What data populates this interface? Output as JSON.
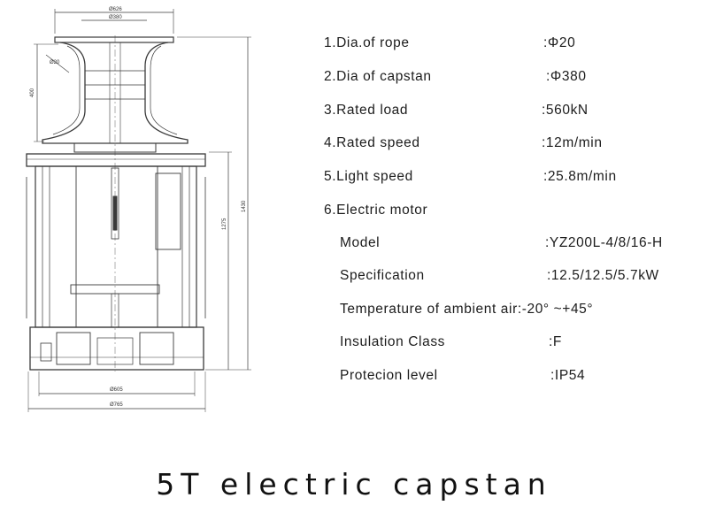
{
  "specs": [
    {
      "label": "1.Dia.of rope",
      "value": ":Φ20"
    },
    {
      "label": "2.Dia of capstan",
      "value": ":Φ380"
    },
    {
      "label": "3.Rated load",
      "value": ":560kN"
    },
    {
      "label": "4.Rated speed",
      "value": ":12m/min"
    },
    {
      "label": "5.Light speed",
      "value": ":25.8m/min"
    },
    {
      "label": "6.Electric motor",
      "value": ""
    },
    {
      "label": "Model",
      "value": ":YZ200L-4/8/16-H"
    },
    {
      "label": "Specification",
      "value": ":12.5/12.5/5.7kW"
    },
    {
      "label": "Temperature of ambient air:",
      "value": "-20° ~+45°"
    },
    {
      "label": "Insulation Class",
      "value": ":F"
    },
    {
      "label": "Protecion level",
      "value": ":IP54"
    }
  ],
  "drawing_dims": {
    "top_width": "Ø626",
    "drum_width": "Ø380",
    "rope_dia": "Ø20",
    "head_height": "400",
    "body_height": "1275",
    "total_height": "1430",
    "base_inner": "Ø605",
    "base_outer": "Ø765"
  },
  "caption": "5T electric capstan"
}
